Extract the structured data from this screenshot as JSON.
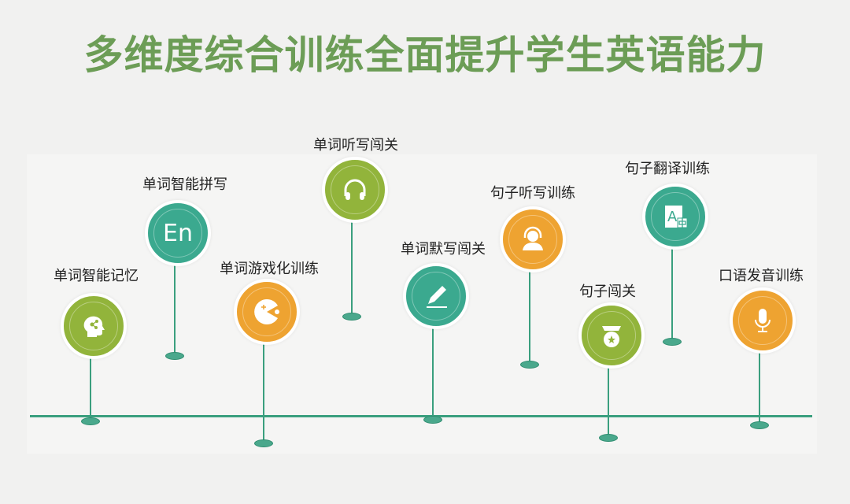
{
  "title": "多维度综合训练全面提升学生英语能力",
  "colors": {
    "olive": "#92b43b",
    "teal": "#3ba98f",
    "orange": "#eea331",
    "title": "#6c9d56",
    "line": "#3a9f7e"
  },
  "nodes": [
    {
      "label": "单词智能记忆",
      "icon": "head-brain-icon",
      "color": "olive"
    },
    {
      "label": "单词智能拼写",
      "icon": "en-letters-icon",
      "icon_text": "En",
      "color": "teal"
    },
    {
      "label": "单词游戏化训练",
      "icon": "game-pacman-icon",
      "color": "orange"
    },
    {
      "label": "单词听写闯关",
      "icon": "headphones-icon",
      "color": "olive"
    },
    {
      "label": "单词默写闯关",
      "icon": "pencil-icon",
      "color": "teal"
    },
    {
      "label": "句子听写训练",
      "icon": "headset-person-icon",
      "color": "orange"
    },
    {
      "label": "句子闯关",
      "icon": "medal-icon",
      "color": "olive"
    },
    {
      "label": "句子翻译训练",
      "icon": "translate-icon",
      "color": "teal"
    },
    {
      "label": "口语发音训练",
      "icon": "microphone-icon",
      "color": "orange"
    }
  ]
}
